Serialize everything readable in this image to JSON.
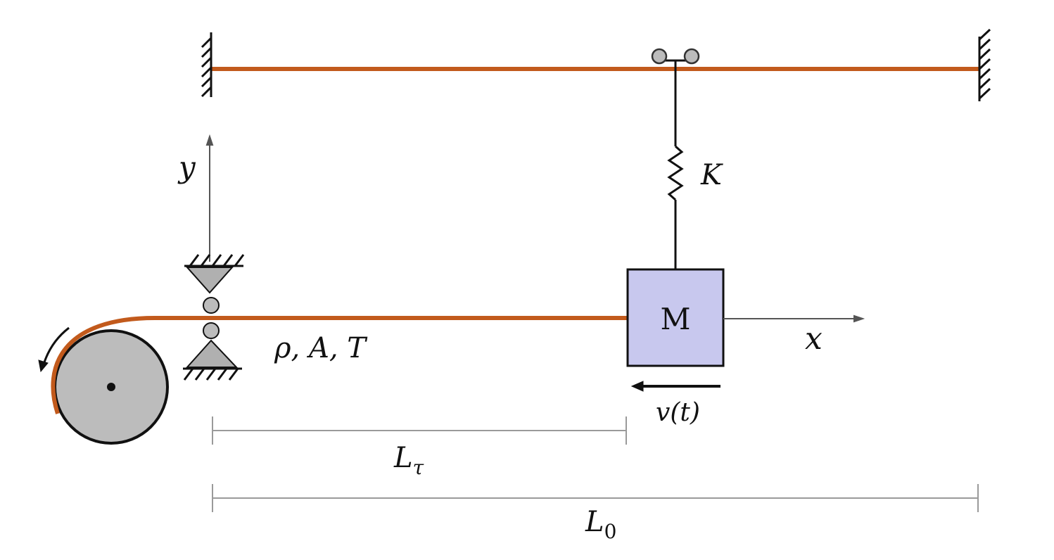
{
  "labels": {
    "y_axis": "y",
    "x_axis": "x",
    "spring": "K",
    "mass": "M",
    "string_props": "ρ, A, T",
    "velocity": "v(t)",
    "length_tau_main": "L",
    "length_tau_sub": "τ",
    "length_0_main": "L",
    "length_0_sub": "0"
  },
  "colors": {
    "string": "#c25a1c",
    "mass_fill": "#c8c8ee",
    "pulley_fill": "#bcbcbc",
    "support_fill": "#b0b0b0",
    "dimension_line": "#9a9a9a",
    "ink": "#111111"
  },
  "icons": {
    "fixed_supports": "hatched-wall-icon",
    "guide_rollers": "roller-guide-icon",
    "drum": "rotating-drum-icon",
    "trolley": "trolley-wheels-icon"
  }
}
